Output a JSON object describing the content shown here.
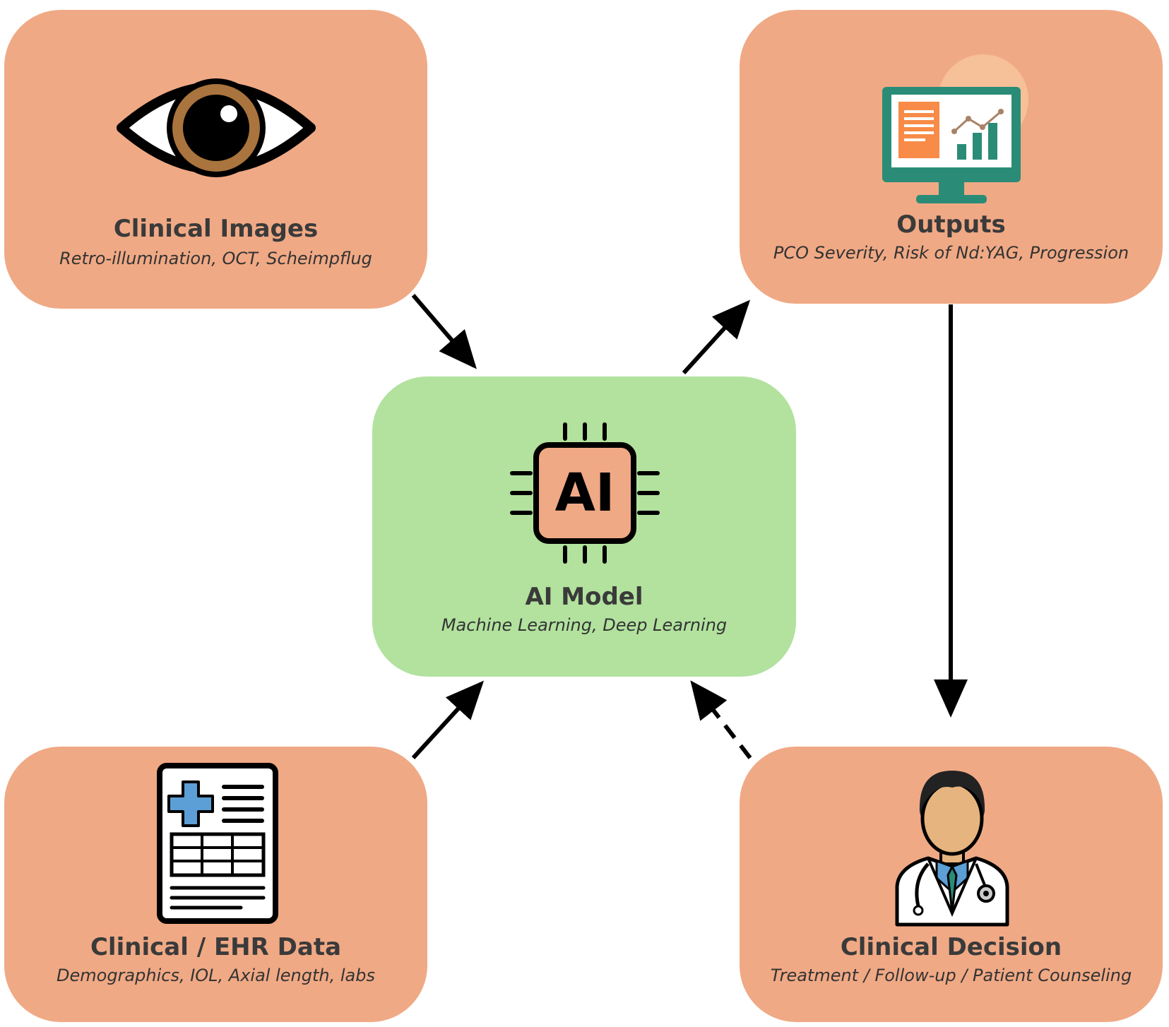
{
  "colors": {
    "box_fill": "#f0a985",
    "center_fill": "#b2e29e",
    "arrow": "#000000",
    "eye_iris": "#a9743d",
    "monitor_teal": "#2a8c77",
    "doc_orange": "#f78b47",
    "cross_blue": "#5b9fd6",
    "skin": "#e6b47e",
    "hair": "#222222"
  },
  "nodes": {
    "clinical_images": {
      "title": "Clinical Images",
      "subtitle": "Retro-illumination, OCT, Scheimpflug",
      "icon": "eye-icon"
    },
    "outputs": {
      "title": "Outputs",
      "subtitle": "PCO Severity, Risk of Nd:YAG, Progression",
      "icon": "monitor-chart-icon"
    },
    "ai_model": {
      "title": "AI Model",
      "subtitle": "Machine Learning, Deep Learning",
      "icon": "ai-chip-icon",
      "chip_label": "AI"
    },
    "ehr_data": {
      "title": "Clinical / EHR Data",
      "subtitle": "Demographics, IOL, Axial length, labs",
      "icon": "medical-record-icon"
    },
    "clinical_decision": {
      "title": "Clinical Decision",
      "subtitle": "Treatment / Follow-up / Patient Counseling",
      "icon": "doctor-icon"
    }
  },
  "edges": [
    {
      "from": "clinical_images",
      "to": "ai_model",
      "style": "solid"
    },
    {
      "from": "ai_model",
      "to": "outputs",
      "style": "solid"
    },
    {
      "from": "outputs",
      "to": "clinical_decision",
      "style": "solid"
    },
    {
      "from": "ehr_data",
      "to": "ai_model",
      "style": "solid"
    },
    {
      "from": "clinical_decision",
      "to": "ai_model",
      "style": "dashed"
    }
  ]
}
